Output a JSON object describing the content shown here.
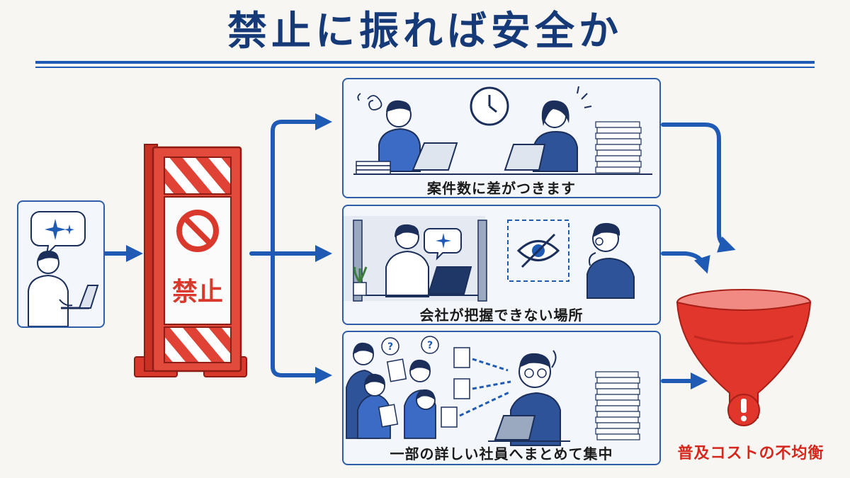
{
  "title": "禁止に振れば安全か",
  "barrier": {
    "label": "禁止"
  },
  "panels": [
    {
      "caption": "案件数に差がつきます"
    },
    {
      "caption": "会社が把握できない場所"
    },
    {
      "caption": "一部の詳しい社員へまとめて集中"
    }
  ],
  "result": {
    "label": "普及コストの不均衡"
  },
  "colors": {
    "navy": "#163a78",
    "arrow_blue": "#1f5bb5",
    "barrier_red": "#d9382c",
    "funnel_red": "#e0362c"
  },
  "icons": [
    "sparkle-icon",
    "prohibited-icon",
    "clock-icon",
    "eye-slash-icon",
    "question-icon",
    "document-icon",
    "exclamation-icon"
  ]
}
